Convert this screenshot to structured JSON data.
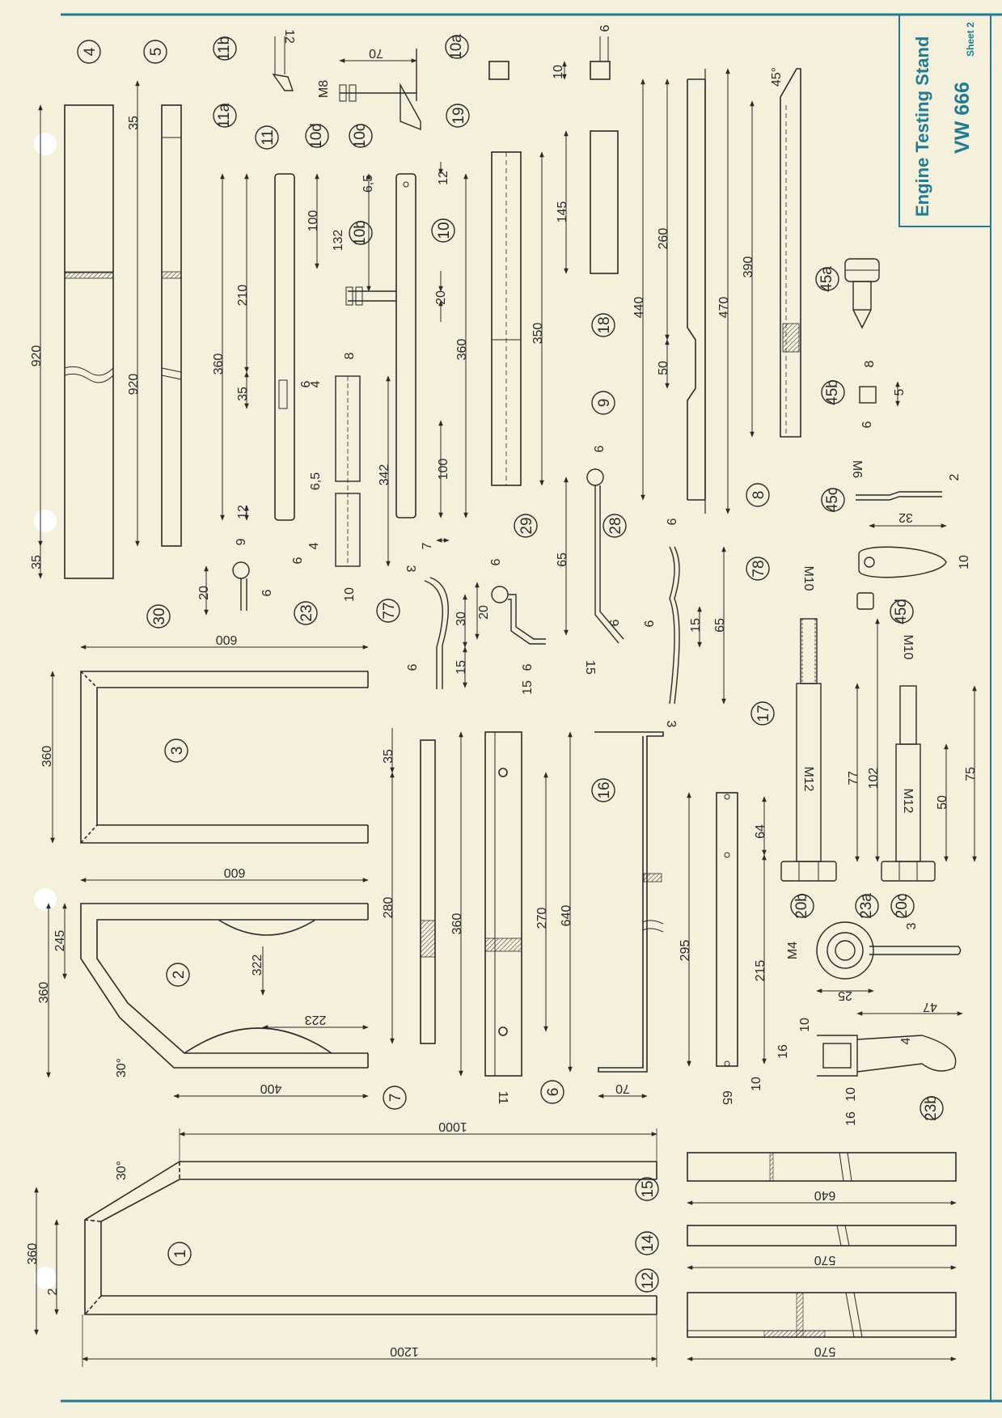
{
  "title_block": {
    "title": "Engine Testing Stand",
    "model": "VW 666",
    "sheet": "Sheet 2"
  },
  "colors": {
    "frame": "#1e7d93",
    "ink": "#2a2a2a",
    "paper": "#f4f0dc"
  },
  "parts": {
    "p1": "1",
    "p2": "2",
    "p3": "3",
    "p4": "4",
    "p5": "5",
    "p6": "6",
    "p7": "7",
    "p8": "8",
    "p9": "9",
    "p10": "10",
    "p10a": "10a",
    "p10b": "10b",
    "p10c": "10c",
    "p10d": "10d",
    "p11": "11",
    "p11a": "11a",
    "p11b": "11b",
    "p12": "12",
    "p14": "14",
    "p15": "15",
    "p16": "16",
    "p17": "17",
    "p18": "18",
    "p19": "19",
    "p20b": "20b",
    "p20c": "20c",
    "p23": "23",
    "p23a": "23a",
    "p23b": "23b",
    "p28": "28",
    "p29": "29",
    "p30": "30",
    "p45a": "45a",
    "p45b": "45b",
    "p45c": "45c",
    "p45d": "45d",
    "p77": "77",
    "p78": "78"
  },
  "dims": {
    "d1_len": "1000",
    "d1_total": "1200",
    "d1_h": "360",
    "d1_small": "2",
    "d1_ang": "30°",
    "d2_w": "600",
    "d2_h": "360",
    "d2_245": "245",
    "d2_322": "322",
    "d2_223": "223",
    "d2_400": "400",
    "d2_ang": "30°",
    "d3_w": "600",
    "d3_h": "360",
    "d4_len": "920",
    "d4_35": "35",
    "d5_len": "920",
    "d5_35": "35",
    "d7_280": "280",
    "d7_35": "35",
    "d6_360": "360",
    "d6_270": "270",
    "d6_11": "11",
    "d16_640": "640",
    "d16_70": "70",
    "d17_295": "295",
    "d17_215": "215",
    "d17_64": "64",
    "d17_65": "65",
    "d17_10": "10",
    "d8_390": "390",
    "d8_45": "45°",
    "d9_440": "440",
    "d9_470": "470",
    "d9_260": "260",
    "d9_50": "50",
    "d18_145": "145",
    "d19_350": "350",
    "d10_360": "360",
    "d10_132": "132",
    "d10_20": "20",
    "d10_100": "100",
    "d10_12": "12",
    "d10_65": "6,5",
    "d10a_70": "70",
    "d10d_m8": "M8",
    "d11_360": "360",
    "d11_210": "210",
    "d11_100": "100",
    "d11_35": "35",
    "d11_12": "12",
    "d11_6": "6",
    "d11_4": "4",
    "d11_65": "6,5",
    "d11b_12": "12",
    "d23_342": "342",
    "d23_8": "8",
    "d23_10": "10",
    "d23_6": "6",
    "d23_4": "4",
    "d30_9": "9",
    "d30_20": "20",
    "d30_6": "6",
    "d77_7": "7",
    "d77_3": "3",
    "d77_30": "30",
    "d77_15": "15",
    "d77_6": "6",
    "d29_9": "9",
    "d29_20": "20",
    "d29_6": "6",
    "d29_15": "15",
    "d28_9": "9",
    "d28_65": "65",
    "d28_6": "6",
    "d28_15": "15",
    "d78_9": "9",
    "d78_65": "65",
    "d78_15": "15",
    "d78_6": "6",
    "d78_3": "3",
    "d45c_m6": "M6",
    "d45c_2": "2",
    "d45c_32": "32",
    "d45c_10": "10",
    "d45b_8": "8",
    "d45b_5": "5",
    "d45b_6": "6",
    "d18_10": "10",
    "d18_6": "6",
    "d20b_m10": "M10",
    "d20b_m12": "M12",
    "d20b_77": "77",
    "d20b_102": "102",
    "d20c_m10": "M10",
    "d20c_m12": "M12",
    "d20c_50": "50",
    "d20c_75": "75",
    "d23a_m4": "M4",
    "d23a_3": "3",
    "d23a_25": "25",
    "d23b_47": "47",
    "d23b_16": "16",
    "d23b_10a": "10",
    "d23b_4": "4",
    "d23b_10b": "10",
    "d23b_16b": "16",
    "d15_640": "640",
    "d14_570": "570",
    "d12_570": "570"
  }
}
